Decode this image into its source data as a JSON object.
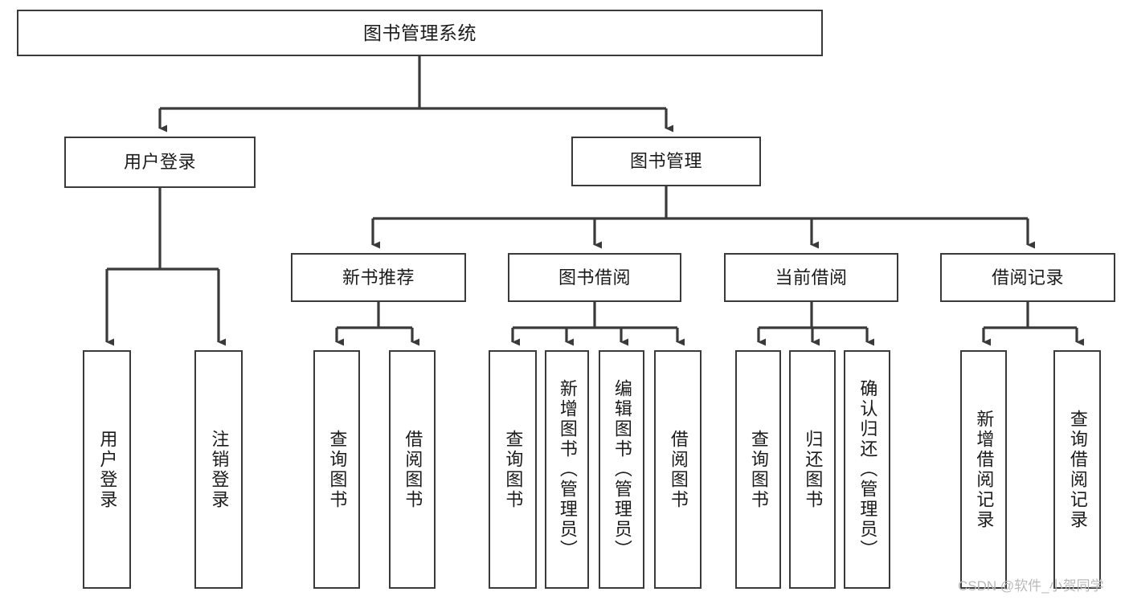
{
  "diagram": {
    "type": "tree",
    "title": "图书管理系统",
    "colors": {
      "stroke": "#3a3a3a",
      "fill": "#ffffff",
      "text": "#1b1b1b",
      "watermark": "#b9b9b9"
    },
    "nodes": {
      "root": {
        "label": "图书管理系统",
        "orientation": "horizontal"
      },
      "level1": [
        {
          "label": "用户登录",
          "orientation": "horizontal"
        },
        {
          "label": "图书管理",
          "orientation": "horizontal"
        }
      ],
      "level2": [
        {
          "label": "新书推荐",
          "orientation": "horizontal"
        },
        {
          "label": "图书借阅",
          "orientation": "horizontal"
        },
        {
          "label": "当前借阅",
          "orientation": "horizontal"
        },
        {
          "label": "借阅记录",
          "orientation": "horizontal"
        }
      ],
      "leaves": {
        "user_login": [
          {
            "label": "用户登录",
            "orientation": "vertical"
          },
          {
            "label": "注销登录",
            "orientation": "vertical"
          }
        ],
        "new_book_recommend": [
          {
            "label": "查询图书",
            "orientation": "vertical"
          },
          {
            "label": "借阅图书",
            "orientation": "vertical"
          }
        ],
        "book_borrow": [
          {
            "label": "查询图书",
            "orientation": "vertical"
          },
          {
            "label": "新增图书（管理员）",
            "orientation": "vertical"
          },
          {
            "label": "编辑图书（管理员）",
            "orientation": "vertical"
          },
          {
            "label": "借阅图书",
            "orientation": "vertical"
          }
        ],
        "current_borrow": [
          {
            "label": "查询图书",
            "orientation": "vertical"
          },
          {
            "label": "归还图书",
            "orientation": "vertical"
          },
          {
            "label": "确认归还（管理员）",
            "orientation": "vertical"
          }
        ],
        "borrow_record": [
          {
            "label": "新增借阅记录",
            "orientation": "vertical"
          },
          {
            "label": "查询借阅记录",
            "orientation": "vertical"
          }
        ]
      }
    },
    "watermark": "CSDN @软件_小贺同学"
  }
}
